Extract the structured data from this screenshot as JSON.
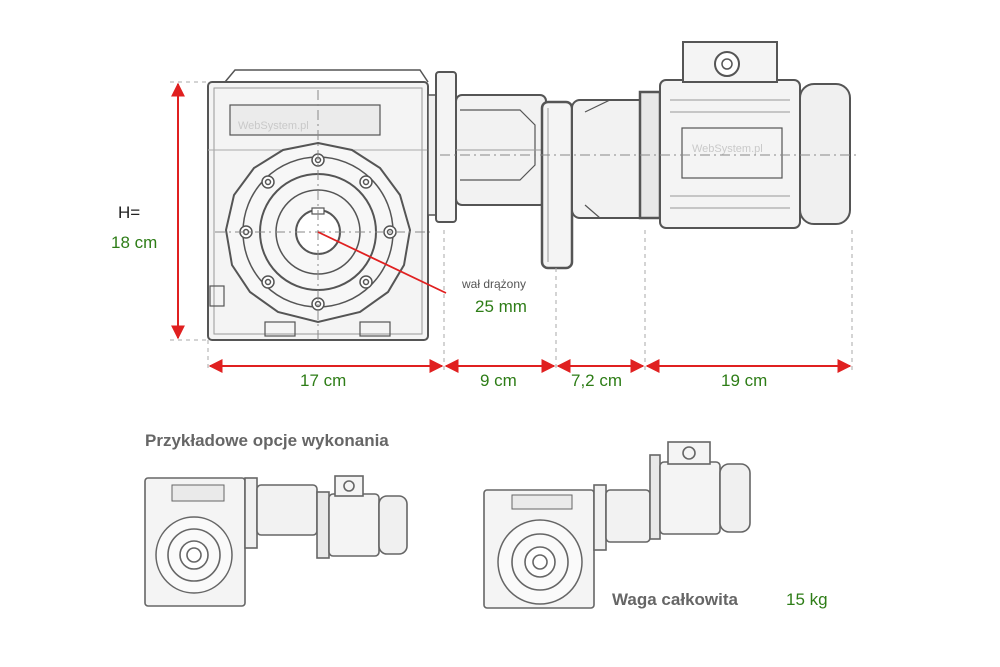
{
  "height": {
    "prefix": "H=",
    "value": "18 cm"
  },
  "shaft": {
    "label": "wał drążony",
    "value": "25 mm"
  },
  "dimensions": [
    "17 cm",
    "9 cm",
    "7,2 cm",
    "19 cm"
  ],
  "options_title": "Przykładowe opcje wykonania",
  "weight": {
    "label": "Waga całkowita",
    "value": "15 kg"
  },
  "watermark": "WebSystem.pl",
  "colors": {
    "dimension": "#e02020",
    "value_text": "#2e7d17",
    "drawing": "#555555"
  }
}
